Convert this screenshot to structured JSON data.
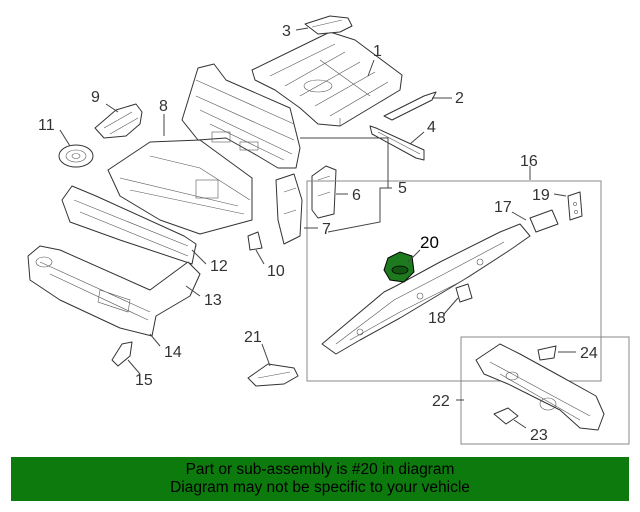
{
  "diagram": {
    "callouts": [
      {
        "id": "c1",
        "label": "1"
      },
      {
        "id": "c2",
        "label": "2"
      },
      {
        "id": "c3",
        "label": "3"
      },
      {
        "id": "c4",
        "label": "4"
      },
      {
        "id": "c5",
        "label": "5"
      },
      {
        "id": "c6",
        "label": "6"
      },
      {
        "id": "c7",
        "label": "7"
      },
      {
        "id": "c8",
        "label": "8"
      },
      {
        "id": "c9",
        "label": "9"
      },
      {
        "id": "c10",
        "label": "10"
      },
      {
        "id": "c11",
        "label": "11"
      },
      {
        "id": "c12",
        "label": "12"
      },
      {
        "id": "c13",
        "label": "13"
      },
      {
        "id": "c14",
        "label": "14"
      },
      {
        "id": "c15",
        "label": "15"
      },
      {
        "id": "c16",
        "label": "16"
      },
      {
        "id": "c17",
        "label": "17"
      },
      {
        "id": "c18",
        "label": "18"
      },
      {
        "id": "c19",
        "label": "19"
      },
      {
        "id": "c20",
        "label": "20"
      },
      {
        "id": "c21",
        "label": "21"
      },
      {
        "id": "c22",
        "label": "22"
      },
      {
        "id": "c23",
        "label": "23"
      },
      {
        "id": "c24",
        "label": "24"
      }
    ],
    "highlight_color": "#1e7a1e"
  },
  "banner": {
    "line1": "Part or sub-assembly is #20 in diagram",
    "line2": "Diagram may not be specific to your vehicle",
    "background": "#0d7a0d"
  }
}
